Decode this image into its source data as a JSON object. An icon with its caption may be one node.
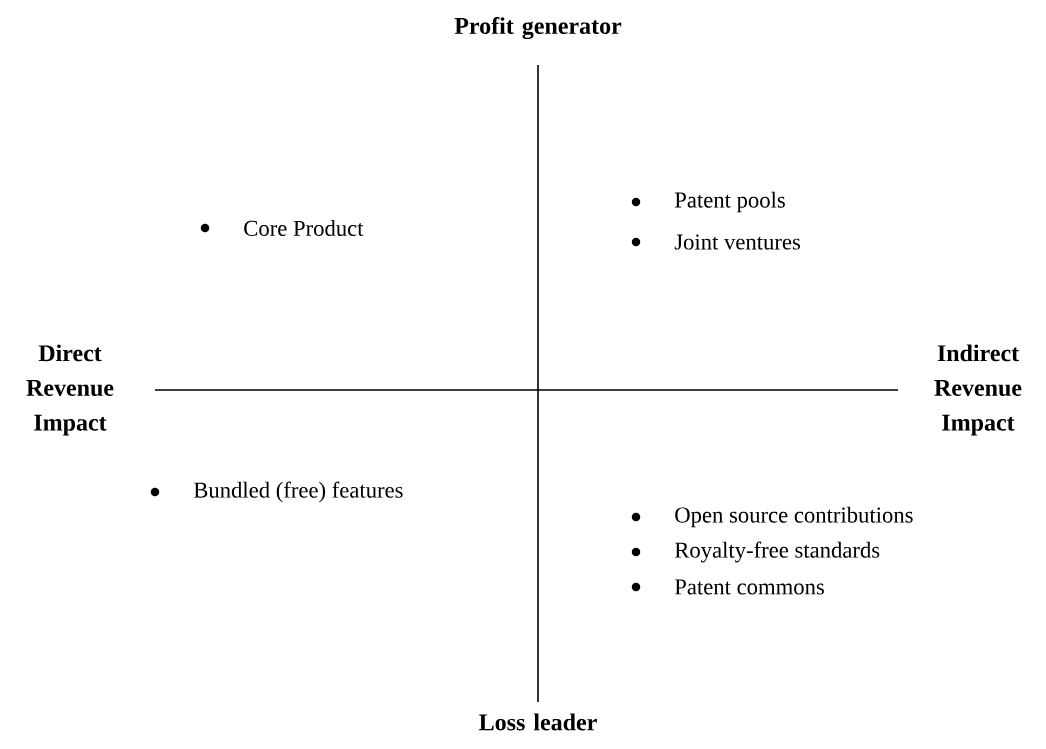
{
  "diagram": {
    "labels": [
      "Profit generator",
      "Core Product",
      "Patent pools",
      "Joint ventures",
      "Direct Revenue Impact",
      "Indirect Revenue Impact",
      "Bundled (free) features",
      "Open source contributions",
      "Royalty-free standards",
      "Patent commons",
      "Loss leader"
    ]
  }
}
